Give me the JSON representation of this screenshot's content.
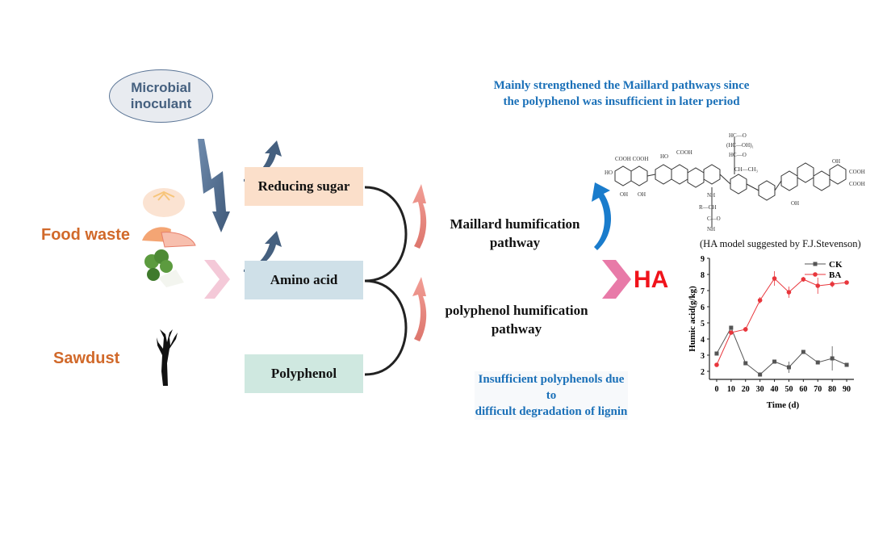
{
  "inoculant": {
    "line1": "Microbial",
    "line2": "inoculant"
  },
  "sources": {
    "food_waste": "Food waste",
    "sawdust": "Sawdust"
  },
  "components": {
    "reducing_sugar": "Reducing sugar",
    "amino_acid": "Amino acid",
    "polyphenol": "Polyphenol"
  },
  "pathways": {
    "maillard_line1": "Maillard humification",
    "maillard_line2": "pathway",
    "polyphenol_line1": "polyphenol humification",
    "polyphenol_line2": "pathway"
  },
  "notes": {
    "top_line1": "Mainly strengthened the Maillard pathways since",
    "top_line2": "the polyphenol was insufficient in later period",
    "bottom_line1": "Insufficient polyphenols due to",
    "bottom_line2": "difficult degradation of lignin"
  },
  "product": "HA",
  "model_caption": "(HA model suggested by F.J.Stevenson)",
  "colors": {
    "maillard_blue": "#1a7ccc",
    "ha_red": "#f0131b",
    "source_orange": "#d1692a",
    "pink_chevron": "#e87aa8"
  },
  "chart_data": {
    "type": "line",
    "title": "",
    "xlabel": "Time (d)",
    "ylabel": "Humic acid(g/kg)",
    "x": [
      0,
      10,
      20,
      30,
      40,
      50,
      60,
      70,
      80,
      90
    ],
    "xticks": [
      "0",
      "10",
      "20",
      "30",
      "40",
      "50",
      "60",
      "70",
      "80",
      "90"
    ],
    "yticks": [
      "2",
      "3",
      "4",
      "5",
      "6",
      "7",
      "8",
      "9"
    ],
    "xlim": [
      -5,
      95
    ],
    "ylim": [
      1.5,
      9
    ],
    "legend": "top-right",
    "series": [
      {
        "name": "CK",
        "color": "#555555",
        "marker": "square",
        "values": [
          3.1,
          4.7,
          2.5,
          1.8,
          2.6,
          2.25,
          3.2,
          2.55,
          2.8,
          2.4
        ],
        "errors": [
          0.05,
          0.05,
          0.1,
          0.05,
          0.05,
          0.35,
          0.05,
          0.05,
          0.75,
          0.05
        ]
      },
      {
        "name": "BA",
        "color": "#e8363c",
        "marker": "circle",
        "values": [
          2.4,
          4.4,
          4.6,
          6.4,
          7.75,
          6.9,
          7.7,
          7.3,
          7.4,
          7.5
        ],
        "errors": [
          0.1,
          0.05,
          0.15,
          0.2,
          0.45,
          0.35,
          0.15,
          0.5,
          0.2,
          0.05
        ]
      }
    ]
  }
}
